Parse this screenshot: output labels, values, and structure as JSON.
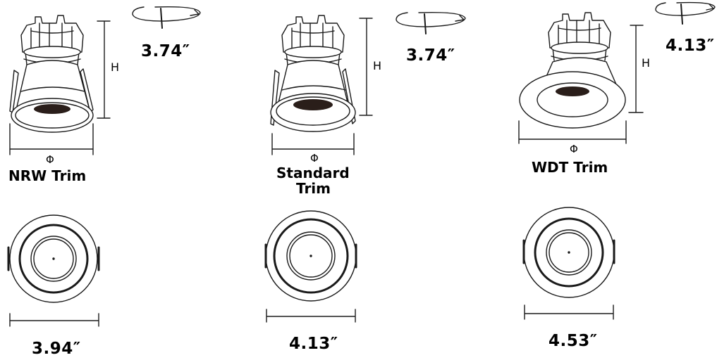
{
  "fixtures": [
    {
      "id": "nrw",
      "name": "NRW Trim",
      "height_label": "H",
      "diameter_label": "Φ",
      "height_value": "3.74″",
      "cutout_value": "3.94″"
    },
    {
      "id": "standard",
      "name_line1": "Standard",
      "name_line2": "Trim",
      "height_label": "H",
      "diameter_label": "Φ",
      "height_value": "3.74″",
      "cutout_value": "4.13″"
    },
    {
      "id": "wdt",
      "name": "WDT Trim",
      "height_label": "H",
      "diameter_label": "Φ",
      "height_value": "4.13″",
      "cutout_value": "4.53″"
    }
  ],
  "colors": {
    "line": "#1a1a1a",
    "fill": "#ffffff",
    "reflector": "#2a1e1a"
  }
}
